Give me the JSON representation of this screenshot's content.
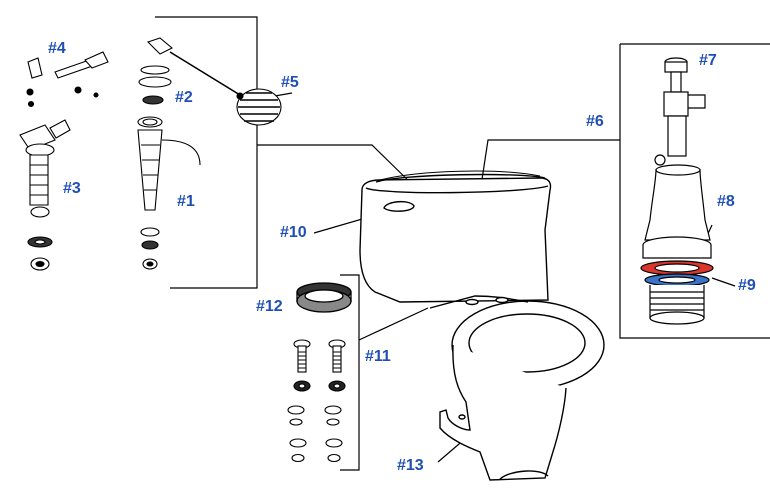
{
  "colors": {
    "callout_text": "#1f4fb5",
    "line": "#000000",
    "seal_red": "#d9372c",
    "seal_blue": "#3a74c9"
  },
  "callouts": {
    "c1": "#1",
    "c2": "#2",
    "c3": "#3",
    "c4": "#4",
    "c5": "#5",
    "c6": "#6",
    "c7": "#7",
    "c8": "#8",
    "c9": "#9",
    "c10": "#10",
    "c11": "#11",
    "c12": "#12",
    "c13": "#13"
  }
}
